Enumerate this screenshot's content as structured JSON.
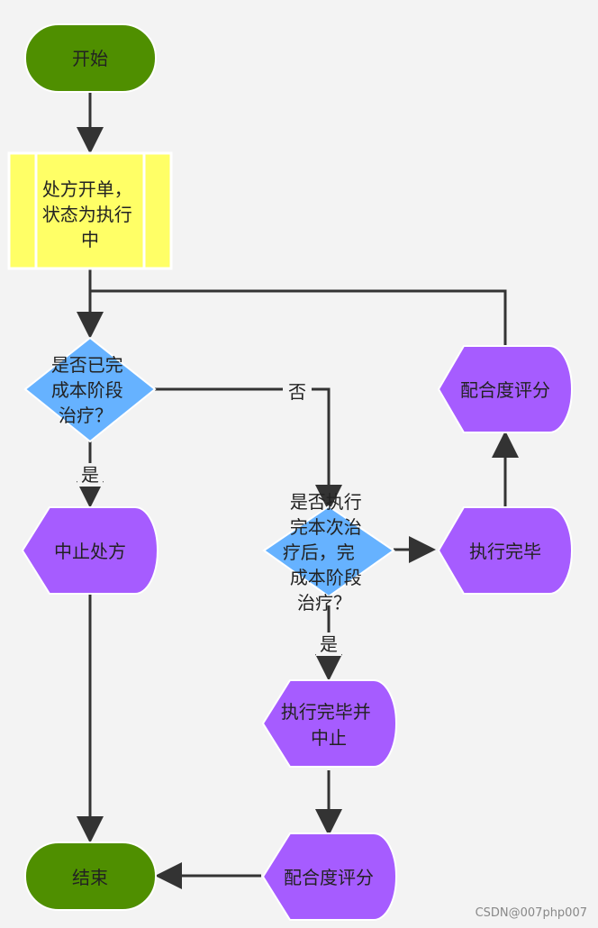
{
  "colors": {
    "terminal": "#4f8f00",
    "process": "#ffff66",
    "decision": "#66b2ff",
    "display": "#a65cff",
    "line": "#333333",
    "background": "#f3f3f3"
  },
  "nodes": {
    "start": {
      "lines": [
        "开始"
      ]
    },
    "prescribe": {
      "lines": [
        "处方开单，",
        "状态为执行",
        "中"
      ]
    },
    "decision1": {
      "lines": [
        "是否已完",
        "成本阶段",
        "治疗？"
      ]
    },
    "stop_prescription": {
      "lines": [
        "中止处方"
      ]
    },
    "decision2": {
      "lines": [
        "是否执行",
        "完本次治",
        "疗后，完",
        "成本阶段",
        "治疗？"
      ]
    },
    "execute_done": {
      "lines": [
        "执行完毕"
      ]
    },
    "score_top": {
      "lines": [
        "配合度评分"
      ]
    },
    "execute_done_stop": {
      "lines": [
        "执行完毕并",
        "中止"
      ]
    },
    "score_bottom": {
      "lines": [
        "配合度评分"
      ]
    },
    "end": {
      "lines": [
        "结束"
      ]
    }
  },
  "edges": {
    "d1_yes": "是",
    "d1_no": "否",
    "d2_yes": "是"
  },
  "watermark": "CSDN@007php007"
}
